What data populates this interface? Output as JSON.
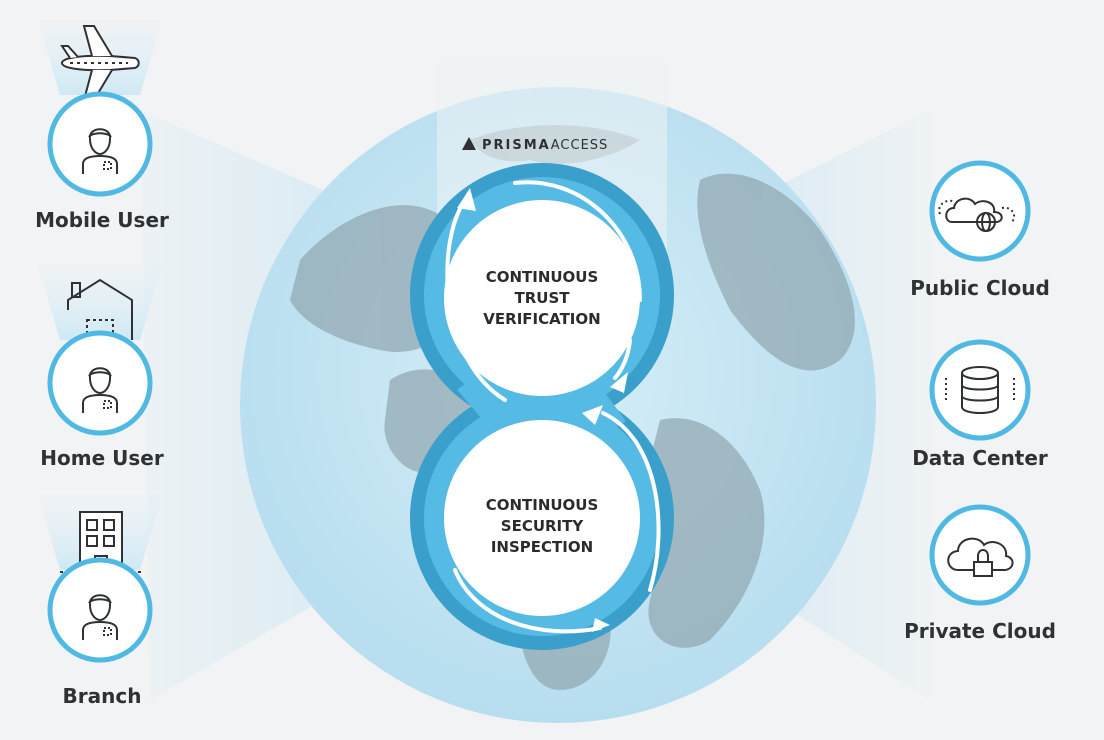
{
  "brand": {
    "name": "PRISMA",
    "product": "ACCESS"
  },
  "center": {
    "top": [
      "CONTINUOUS",
      "TRUST",
      "VERIFICATION"
    ],
    "bottom": [
      "CONTINUOUS",
      "SECURITY",
      "INSPECTION"
    ]
  },
  "left_nodes": [
    {
      "label": "Mobile User",
      "icon": "airplane-icon"
    },
    {
      "label": "Home User",
      "icon": "house-icon"
    },
    {
      "label": "Branch",
      "icon": "building-icon"
    }
  ],
  "right_nodes": [
    {
      "label": "Public Cloud",
      "icon": "cloud-globe-icon"
    },
    {
      "label": "Data Center",
      "icon": "database-icon"
    },
    {
      "label": "Private Cloud",
      "icon": "cloud-lock-icon"
    }
  ],
  "colors": {
    "ring_light": "#5bbde3",
    "ring_dark": "#3a9cc8",
    "globe": "#c9e5f1",
    "land": "#8fa4ae",
    "node_border": "#4fb8e3",
    "text": "#2f3134"
  }
}
